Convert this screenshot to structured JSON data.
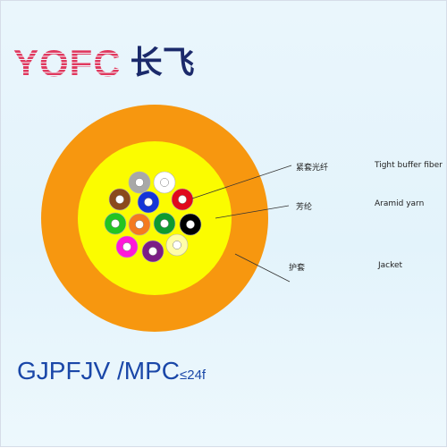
{
  "logo": {
    "latin": "YOFC",
    "cjk": "长飞"
  },
  "labels": [
    {
      "cn": "紧套光纤",
      "en": "Tight buffer fiber"
    },
    {
      "cn": "芳纶",
      "en": "Aramid yarn"
    },
    {
      "cn": "护套",
      "en": "Jacket"
    }
  ],
  "model": {
    "name": "GJPFJV /MPC",
    "suffix": "≤24f"
  },
  "colors": {
    "jacket": "#f7970f",
    "aramid": "#fbfc00",
    "fibers": [
      "#a8a8a8",
      "#ffffff",
      "#8a4a1c",
      "#1535d8",
      "#e0081c",
      "#22c422",
      "#f47a20",
      "#0d9a30",
      "#000000",
      "#ff18d9",
      "#7b1e86",
      "#fffda8"
    ]
  }
}
